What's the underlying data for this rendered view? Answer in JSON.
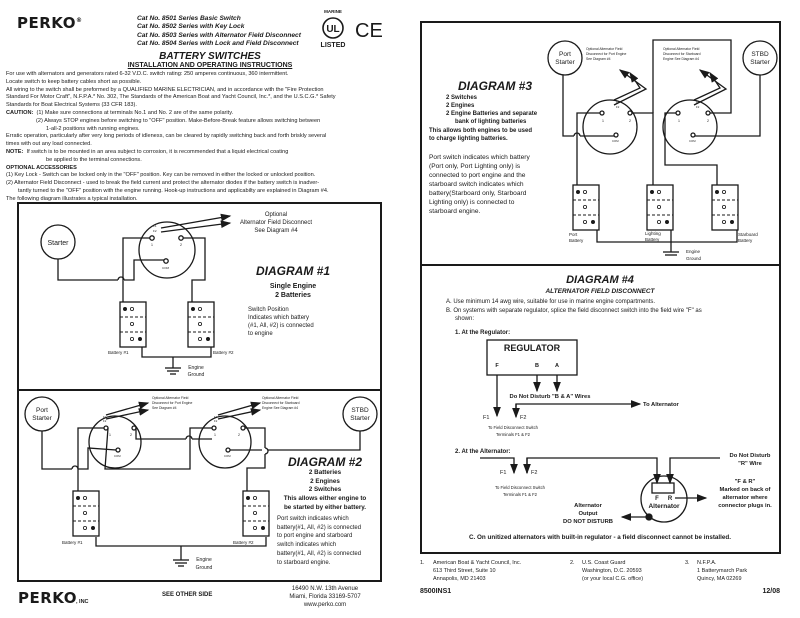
{
  "header": {
    "brand": "PERKO",
    "brand_reg": "®",
    "catalog": [
      "Cat No. 8501 Series Basic Switch",
      "Cat No. 8502 Series with Key Lock",
      "Cat No. 8503 Series with Alternator Field Disconnect",
      "Cat No. 8504 Series with Lock and Field Disconnect"
    ],
    "ul_top": "MARINE",
    "ul_mark": "UL",
    "ul_bottom": "LISTED",
    "ce_mark": "CE",
    "title": "BATTERY SWITCHES",
    "subtitle": "INSTALLATION AND OPERATING INSTRUCTIONS"
  },
  "intro": {
    "lines": [
      "For use with alternators and generators rated 6-32 V.D.C. switch rating: 250 amperes continuous, 360 intermittent.",
      "Locate switch to keep battery cables short as possible.",
      "All wiring to the switch shall be preformed by a QUALIFIED MARINE ELECTRICIAN, and in accordance with the \"Fire Protection",
      "Standard For Motor Craft\", N.F.P.A.* No. 302, The Standards of the American Boat and Yacht Council, Inc.*, and the U.S.C.G.* Safety",
      "Standards for Boat Electrical Systems (33 CFR 183)."
    ],
    "caution_label": "CAUTION:",
    "caution_1": "(1)  Make sure connections at terminals No.1 and No. 2 are of the same polarity.",
    "caution_2": "(2)  Always STOP engines before switching to \"OFF\" position. Make-Before-Break feature allows switching between",
    "caution_2b": "1-all-2 positions with running engines.",
    "erratic_1": "Erratic operation, particularly after very long periods of idleness, can be cleared by rapidly switching back and forth briskly several",
    "erratic_2": "times with out any load connected.",
    "note_label": "NOTE:",
    "note_1": "If switch is to be mounted in an area subject to corrosion, it is recommended that a liquid electrical coating",
    "note_2": "be applied to the terminal connections.",
    "optional_heading": "OPTIONAL ACCESSORIES",
    "optional_1": "(1)   Key Lock - Switch can be locked only in the \"OFF\" position. Key can be removed in either the locked or unlocked position.",
    "optional_2": "(2)   Alternator Field Disconnect - used to break the field current and protect the alternator diodes if the battery switch is inadver-",
    "optional_2b": "tantly turned to the \"OFF\" position with the engine running. Hook-up instructions and applicabilty are explained in Diagram #4.",
    "following": "The following diagram illustrates a typical installation."
  },
  "diagram1": {
    "starter": "Starter",
    "optional": [
      "Optional",
      "Alternator Field Disconnect",
      "See Diagram #4"
    ],
    "f1": "F1",
    "f2": "F2",
    "t1": "1",
    "t2": "2",
    "com": "COM",
    "title": "DIAGRAM #1",
    "sub": [
      "Single Engine",
      "2 Batteries"
    ],
    "desc": [
      "Switch Position",
      "Indicates which battery",
      "(#1, All, #2) is connected",
      "to engine"
    ],
    "battery1": "Battery #1",
    "battery2": "Battery #2",
    "ground": [
      "Engine",
      "Ground"
    ]
  },
  "diagram2": {
    "port_starter": [
      "Port",
      "Starter"
    ],
    "stbd_starter": [
      "STBD",
      "Starter"
    ],
    "opt_port": [
      "Optional Alternator Field",
      "Disconnect for Port Engine",
      "See Diagram #4"
    ],
    "opt_stbd": [
      "Optional Alternator Field",
      "Disconnect for Starboard",
      "Engine See Diagram #4"
    ],
    "f1": "F1",
    "f2": "F2",
    "t1": "1",
    "t2": "2",
    "com": "COM",
    "title": "DIAGRAM #2",
    "sub": [
      "2 Batteries",
      "2 Engines",
      "2 Switches",
      "This allows either engine to",
      "be started by either battery."
    ],
    "desc": [
      "Port switch indicates which",
      "battery(#1, All, #2) is connected",
      "to port engine and starboard",
      "switch indicates which",
      "battery(#1, All, #2) is connected",
      "to starboard engine."
    ],
    "battery1": "Battery #1",
    "battery2": "Battery #2",
    "ground": [
      "Engine",
      "Ground"
    ]
  },
  "footer_left": {
    "brand": "PERKO",
    "inc": ", INC",
    "see_other": "SEE OTHER SIDE",
    "address": [
      "16490 N.W. 13th Avenue",
      "Miami, Florida 33169-5707",
      "www.perko.com"
    ]
  },
  "diagram3": {
    "title": "DIAGRAM #3",
    "list": [
      "2 Switches",
      "2 Engines",
      "2 Engine Batteries and separate",
      "bank of lighting batteries"
    ],
    "allows": [
      "This allows both engines to be used",
      "to charge lighting batteries."
    ],
    "desc": [
      "Port switch indicates which battery",
      "(Port only, Port Lighting only) is",
      "connected to port engine and the",
      "starboard switch indicates which",
      "battery(Starboard only, Starboard",
      "Lighting only) is connected to",
      "starboard engine."
    ],
    "port_starter": [
      "Port",
      "Starter"
    ],
    "stbd_starter": [
      "STBD",
      "Starter"
    ],
    "opt_port": [
      "Optional Alternator Field",
      "Disconnect for Port Engine",
      "See Diagram #4"
    ],
    "opt_stbd": [
      "Optional Alternator Field",
      "Disconnect for Starboard",
      "Engine See Diagram #4"
    ],
    "f1": "F1",
    "f2": "F2",
    "t1": "1",
    "t2": "2",
    "com": "COM",
    "port_battery": [
      "Port",
      "Battery"
    ],
    "lighting_battery": [
      "Lighting",
      "Battery"
    ],
    "starboard_battery": [
      "Starboard",
      "Battery"
    ],
    "ground": [
      "Engine",
      "Ground"
    ]
  },
  "diagram4": {
    "title": "DIAGRAM #4",
    "subtitle": "ALTERNATOR FIELD DISCONNECT",
    "a": "A. Use minimum 14 awg wire, suitable for use in marine engine compartments.",
    "b1": "B. On systems with separate regulator, splice the field disconnect switch into the field wire \"F\" as",
    "b2": "shown:",
    "step1": "1.  At the Regulator:",
    "regulator": "REGULATOR",
    "f": "F",
    "b": "B",
    "a_term": "A",
    "do_not_ba": "Do Not Disturb \"B & A\" Wires",
    "to_alternator": "To Alternator",
    "f1": "F1",
    "f2": "F2",
    "to_field": [
      "To Field Disconnect Switch",
      "Terminals F1 & F2"
    ],
    "step2": "2.  At the Alternator:",
    "do_not_r": [
      "Do Not Disturb",
      "\"R\" Wire"
    ],
    "fr_note": [
      "\"F & R\"",
      "Marked on back of",
      "alternator where",
      "connector plugs in."
    ],
    "alt_f": "F",
    "alt_r": "R",
    "alternator": "Alternator",
    "alt_output": [
      "Alternator",
      "Output",
      "DO NOT DISTURB"
    ],
    "c": "C.  On unitized alternators with built-in regulator - a field disconnect cannot be installed."
  },
  "footnotes": [
    {
      "num": "1.",
      "lines": [
        "American Boat & Yacht Council, Inc.",
        "613 Third Street, Suite 10",
        "Annapolis, MD 21403"
      ]
    },
    {
      "num": "2.",
      "lines": [
        "U.S. Coast Guard",
        "Washington, D.C. 20593",
        "(or your local C.G. office)"
      ]
    },
    {
      "num": "3.",
      "lines": [
        "N.F.P.A.",
        "1 Batterymarch Park",
        "Quincy, MA 02269"
      ]
    }
  ],
  "doc_code": "8500INS1",
  "doc_date": "12/08"
}
